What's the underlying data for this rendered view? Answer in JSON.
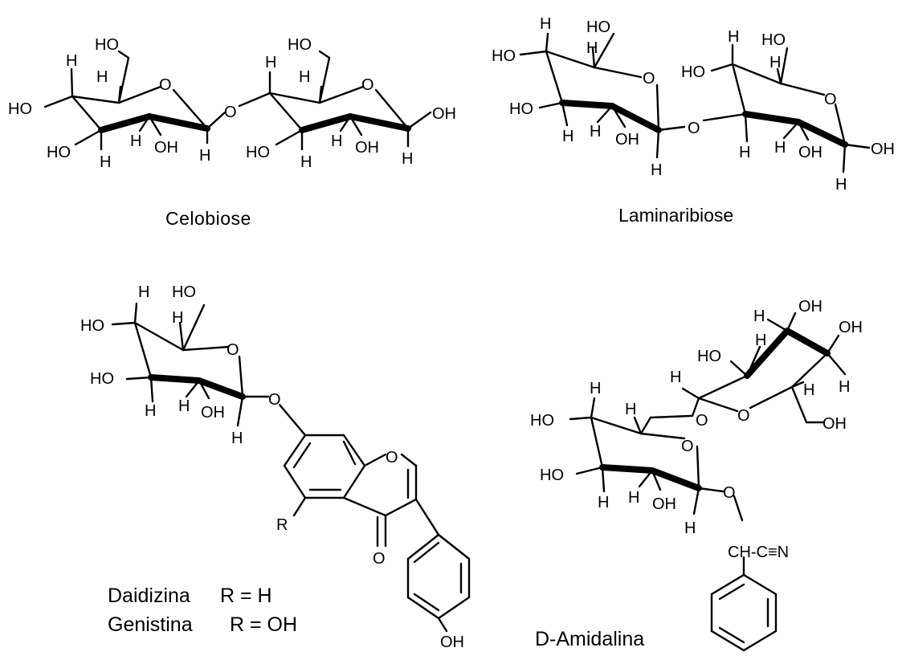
{
  "molecules": {
    "celobiose": {
      "name": "Celobiose"
    },
    "laminaribiose": {
      "name": "Laminaribiose"
    },
    "daidzina": {
      "name": "Daidizina",
      "r_value": "R = H"
    },
    "genistina": {
      "name": "Genistina",
      "r_value": "R = OH"
    },
    "amidalina": {
      "name": "D-Amidalina"
    }
  },
  "atoms": {
    "H": "H",
    "O": "O",
    "OH": "OH",
    "HO": "HO",
    "R": "R",
    "N": "N",
    "nitrile": "CH-C≡N"
  }
}
